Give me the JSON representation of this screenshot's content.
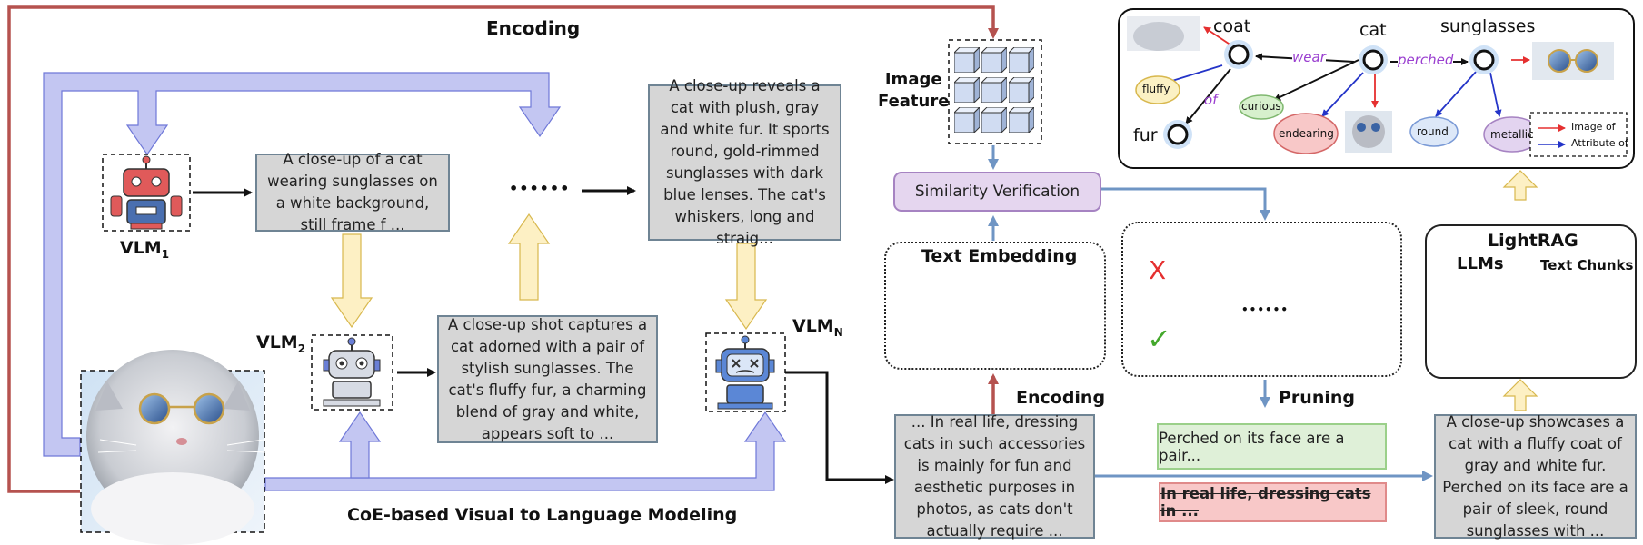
{
  "labels": {
    "encoding_top": "Encoding",
    "encoding_mid": "Encoding",
    "image_feature_line1": "Image",
    "image_feature_line2": "Feature",
    "vlm1": "VLM",
    "vlm1_sub": "1",
    "vlm2": "VLM",
    "vlm2_sub": "2",
    "vlmn": "VLM",
    "vlmn_sub": "N",
    "ellipsis": "••••••",
    "coe_caption": "CoE-based Visual to Language Modeling",
    "similarity": "Similarity Verification",
    "text_embedding": "Text Embedding",
    "pruning": "Pruning",
    "lightrag": "LightRAG",
    "llms": "LLMs",
    "text_chunks": "Text Chunks",
    "prune_dots": "••••••"
  },
  "captions": {
    "vlm1": "A close-up of a cat wearing sunglasses on a white background, still frame f ...",
    "vlm2": "A close-up shot captures a cat adorned with a pair of stylish sunglasses. The cat's fluffy fur, a charming  blend of gray and white, appears soft to ...",
    "vlmn": "A close-up reveals a cat with plush, gray and white fur. It sports round, gold-rimmed sunglasses with dark blue lenses. The cat's whiskers, long and straig...",
    "combined": "... In real life, dressing cats in such accessories is mainly for fun and aesthetic purposes in photos, as cats don't actually require ...",
    "kept": "Perched on its face are a pair...",
    "pruned": "In real life, dressing cats in ...",
    "final": "A close-up showcases a cat with a fluffy coat of gray and white fur. Perched on its face are a pair of sleek, round sunglasses with ..."
  },
  "graph": {
    "nodes": {
      "coat": "coat",
      "cat": "cat",
      "sunglasses": "sunglasses",
      "fur": "fur"
    },
    "edges": {
      "wear": "wear",
      "perched": "perched",
      "of": "of"
    },
    "attributes": [
      "fluffy",
      "curious",
      "endearing",
      "round",
      "metallic"
    ],
    "legend": {
      "image_of": "Image of",
      "attribute_of": "Attribute of"
    }
  },
  "marks": {
    "cross": "X",
    "check": "✓"
  },
  "colors": {
    "red_arrow": "#b5524f",
    "blue_arrow": "#6f95c4",
    "lavender_arrow": "#c3c6f2",
    "yellow_arrow": "#fdf0c4",
    "bad_block": "#f29a9a",
    "good_block": "#62b044",
    "chunk_blue": "#3aa0f0"
  }
}
